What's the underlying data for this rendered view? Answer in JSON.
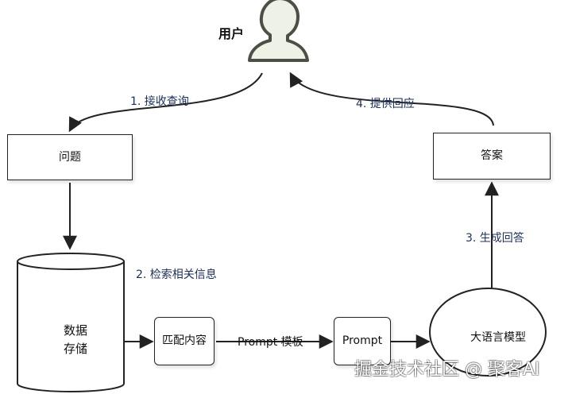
{
  "nodes": {
    "user": "用户",
    "question": "问题",
    "answer": "答案",
    "storage": "数据\n存储",
    "match": "匹配内容",
    "prompt": "Prompt",
    "llm": "大语言模型"
  },
  "edges": {
    "receive_query": "1. 接收查询",
    "retrieve_info": "2. 检索相关信息",
    "prompt_template": "Prompt 模板",
    "generate_answer": "3. 生成回答",
    "provide_response": "4. 提供回应"
  },
  "watermark": "掘金技术社区 @ 聚客AI"
}
